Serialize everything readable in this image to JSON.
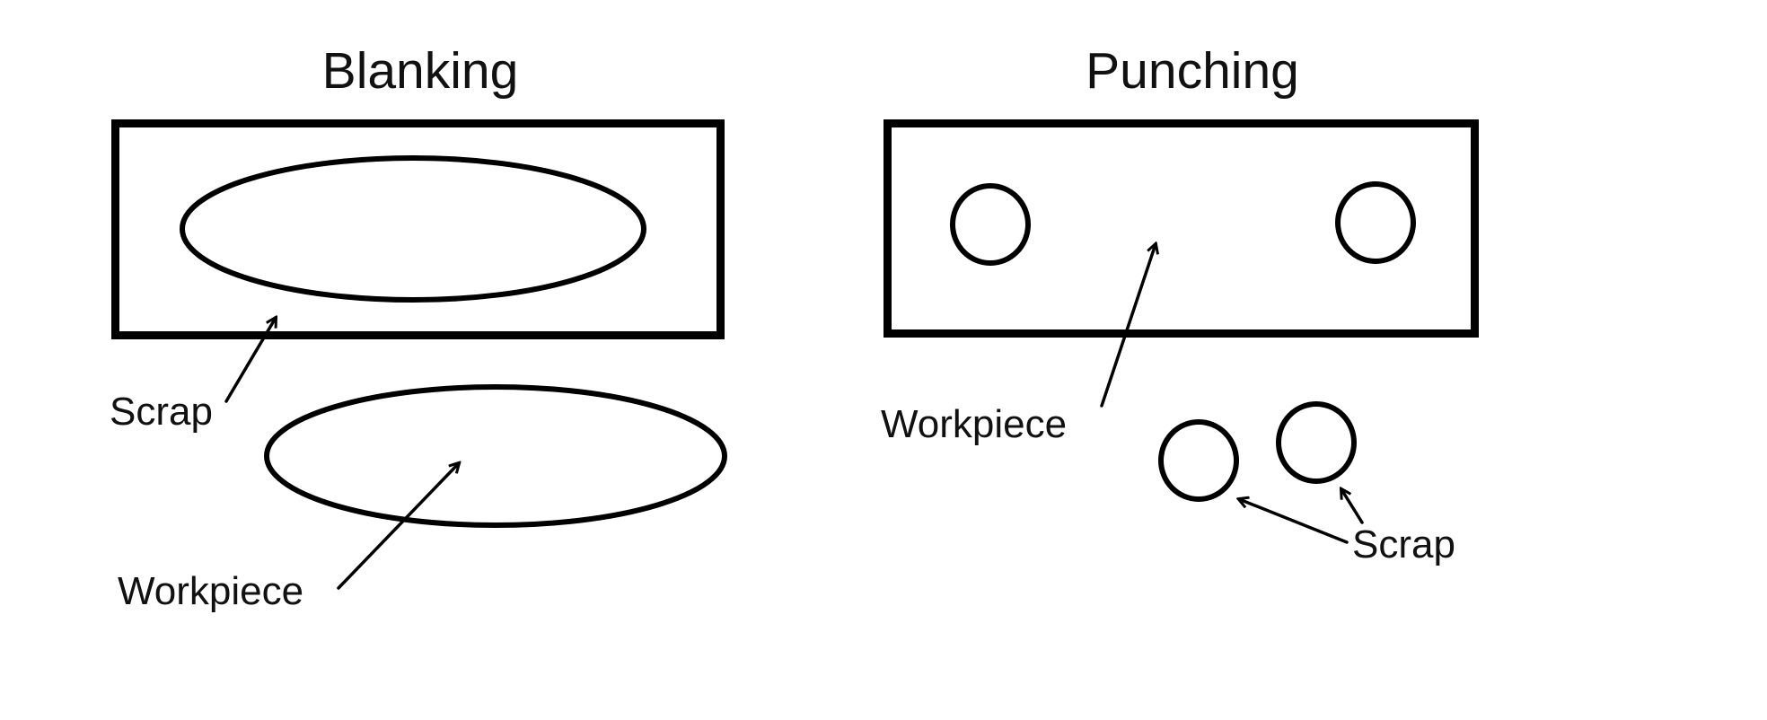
{
  "diagram": {
    "background": "#ffffff",
    "line_color": "#000000",
    "panels": [
      {
        "title": "Blanking",
        "labels": {
          "scrap": "Scrap",
          "workpiece": "Workpiece"
        },
        "description": "Sheet with elliptical blank removed; the sheet is scrap, the removed ellipse is the workpiece"
      },
      {
        "title": "Punching",
        "labels": {
          "workpiece": "Workpiece",
          "scrap": "Scrap"
        },
        "description": "Sheet with two circular holes punched; the sheet is the workpiece, the removed circles are scrap"
      }
    ]
  }
}
